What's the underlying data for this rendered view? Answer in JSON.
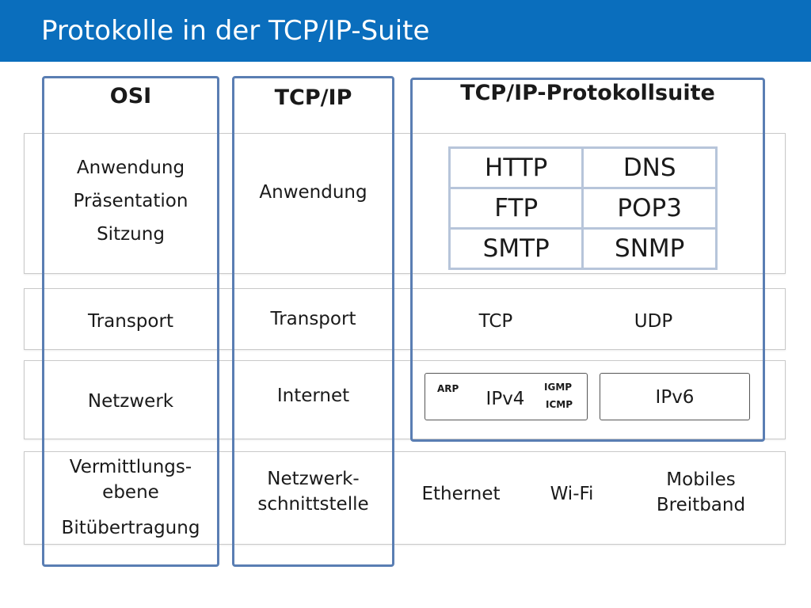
{
  "title": "Protokolle in der TCP/IP-Suite",
  "columns": {
    "osi": {
      "header": "OSI",
      "layers": [
        "Anwendung",
        "Präsentation",
        "Sitzung",
        "Transport",
        "Netzwerk",
        "Vermittlungs-",
        "ebene",
        "Bitübertragung"
      ]
    },
    "tcpip": {
      "header": "TCP/IP",
      "layers": [
        "Anwendung",
        "Transport",
        "Internet",
        "Netzwerk-",
        "schnittstelle"
      ]
    },
    "suite": {
      "header": "TCP/IP-Protokollsuite",
      "application_protocols": [
        [
          "HTTP",
          "DNS"
        ],
        [
          "FTP",
          "POP3"
        ],
        [
          "SMTP",
          "SNMP"
        ]
      ],
      "transport": [
        "TCP",
        "UDP"
      ],
      "internet": {
        "ipv4": {
          "label": "IPv4",
          "arp": "ARP",
          "igmp": "IGMP",
          "icmp": "ICMP"
        },
        "ipv6": "IPv6"
      },
      "link": [
        "Ethernet",
        "Wi-Fi",
        "Mobiles",
        "Breitband"
      ]
    }
  },
  "colors": {
    "title_bar": "#0a6ebd",
    "column_border": "#5a7eb3",
    "table_border": "#b7c5da",
    "row_border": "#c9c9c9"
  }
}
